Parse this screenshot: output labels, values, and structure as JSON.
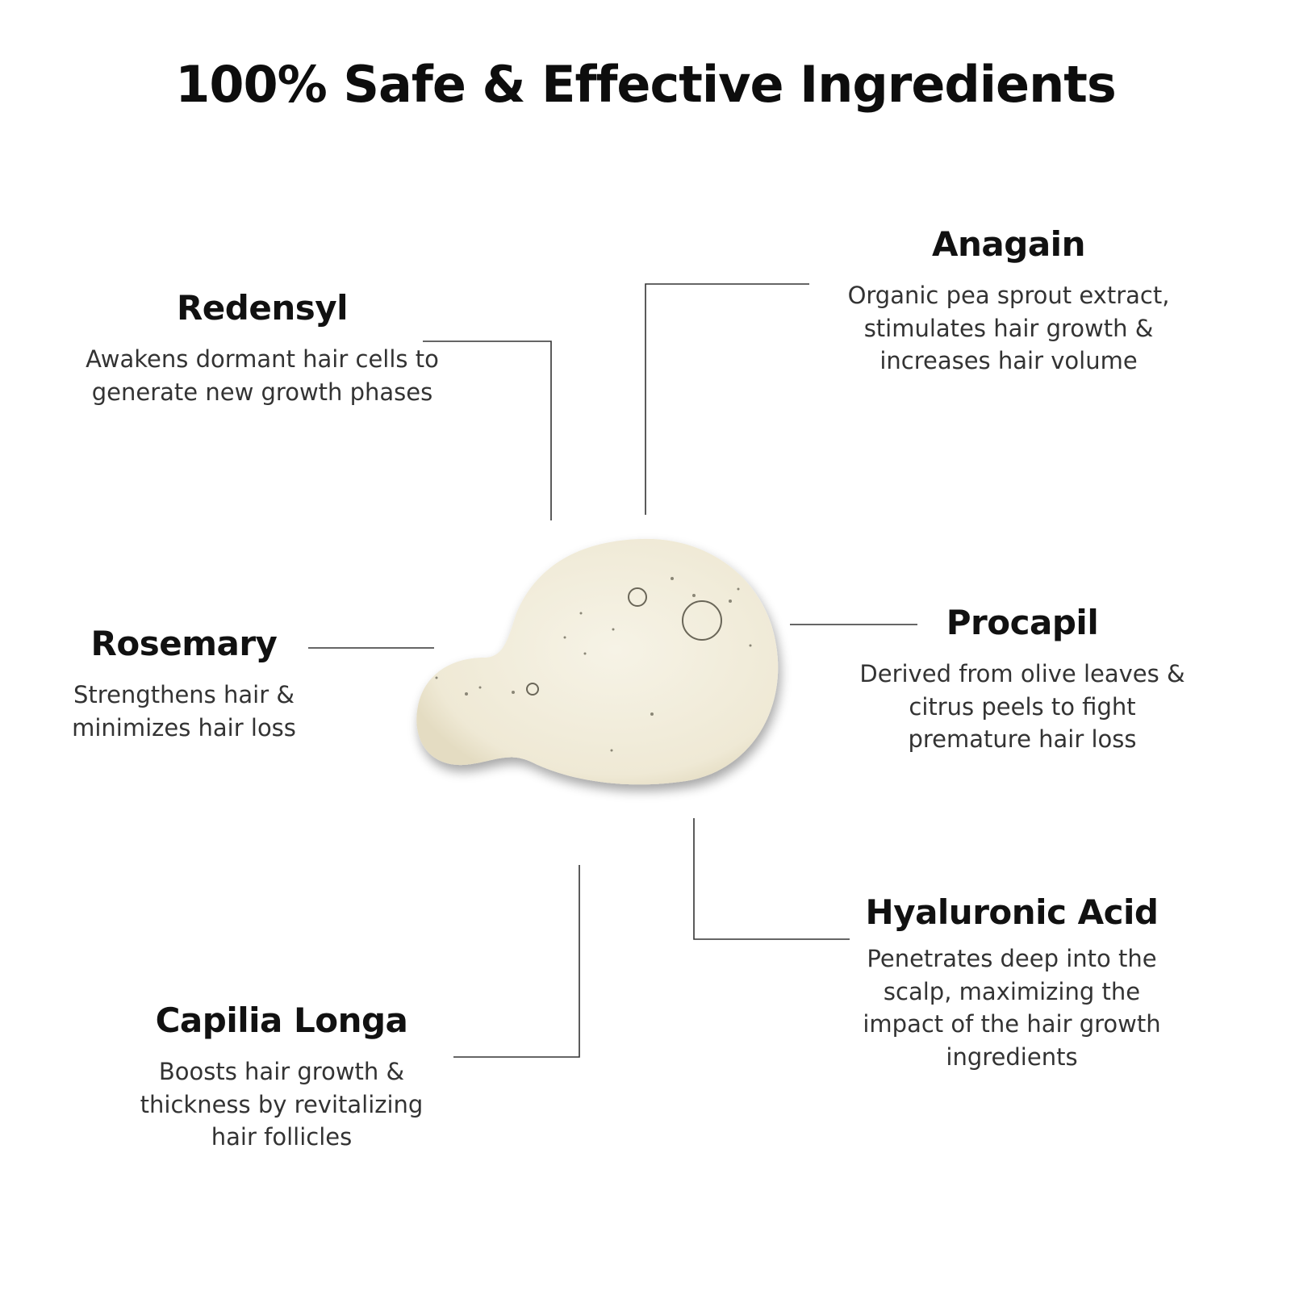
{
  "title": "100% Safe & Effective Ingredients",
  "ingredients": {
    "redensyl": {
      "name": "Redensyl",
      "lines": [
        "Awakens dormant hair cells to",
        "generate new growth phases"
      ]
    },
    "anagain": {
      "name": "Anagain",
      "lines": [
        "Organic pea sprout extract,",
        "stimulates hair growth &",
        "increases hair volume"
      ]
    },
    "rosemary": {
      "name": "Rosemary",
      "lines": [
        "Strengthens hair &",
        "minimizes hair loss"
      ]
    },
    "procapil": {
      "name": "Procapil",
      "lines": [
        "Derived from olive leaves &",
        "citrus peels to fight",
        "premature hair loss"
      ]
    },
    "hyaluronic": {
      "name": "Hyaluronic Acid",
      "lines": [
        "Penetrates deep into the",
        "scalp, maximizing the",
        "impact of the hair growth",
        "ingredients"
      ]
    },
    "capilia": {
      "name": "Capilia Longa",
      "lines": [
        "Boosts hair growth &",
        "thickness by revitalizing",
        "hair follicles"
      ]
    }
  },
  "colors": {
    "serum": "#f2eedd",
    "line": "#333333"
  }
}
